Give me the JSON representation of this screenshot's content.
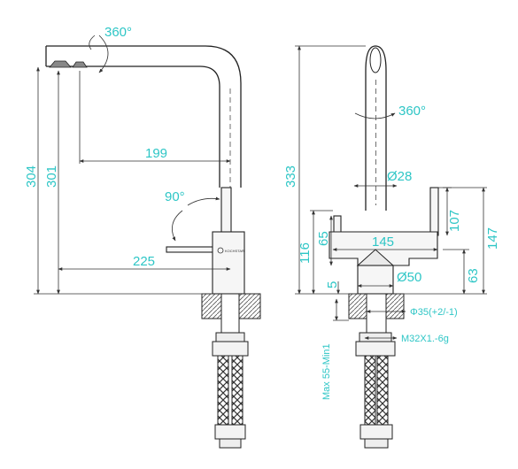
{
  "left_view": {
    "rotation": "360°",
    "reach": "199",
    "angle": "90°",
    "reach_total": "225",
    "height_total": "304",
    "height_spout": "301",
    "brand": "KOCHSTAR"
  },
  "right_view": {
    "height_total": "333",
    "rotation": "360°",
    "pipe_diameter": "Ø28",
    "base_height": "116",
    "lever_height": "65",
    "body_width": "145",
    "right_lever_height": "107",
    "right_total": "147",
    "right_offset": "63",
    "base_offset": "5",
    "base_diameter": "Ø50",
    "hole_diameter": "Φ35(+2/-1)",
    "thread": "M32X1.-6g",
    "mount_thickness": "Max 55-Min1"
  }
}
